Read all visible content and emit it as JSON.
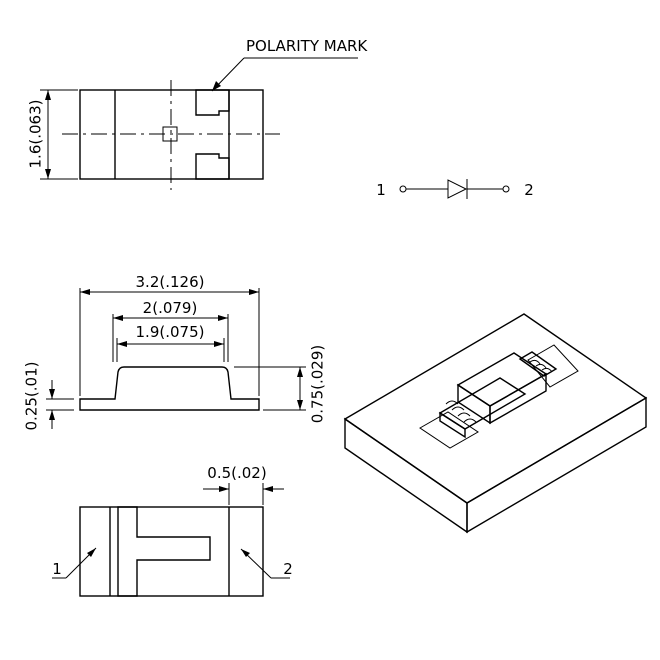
{
  "labels": {
    "polarity_mark": "POLARITY MARK",
    "width_top_view": "1.6(.063)",
    "length_overall": "3.2(.126)",
    "length_mid": "2(.079)",
    "length_inner": "1.9(.075)",
    "pad_height": "0.25(.01)",
    "total_height": "0.75(.029)",
    "terminal_width": "0.5(.02)",
    "pin_1": "1",
    "pin_2": "2",
    "symbol_pin_1": "1",
    "symbol_pin_2": "2"
  },
  "colors": {
    "line": "#000000",
    "background": "#ffffff",
    "board_top": "#ffffff",
    "board_side": "#ffffff"
  }
}
